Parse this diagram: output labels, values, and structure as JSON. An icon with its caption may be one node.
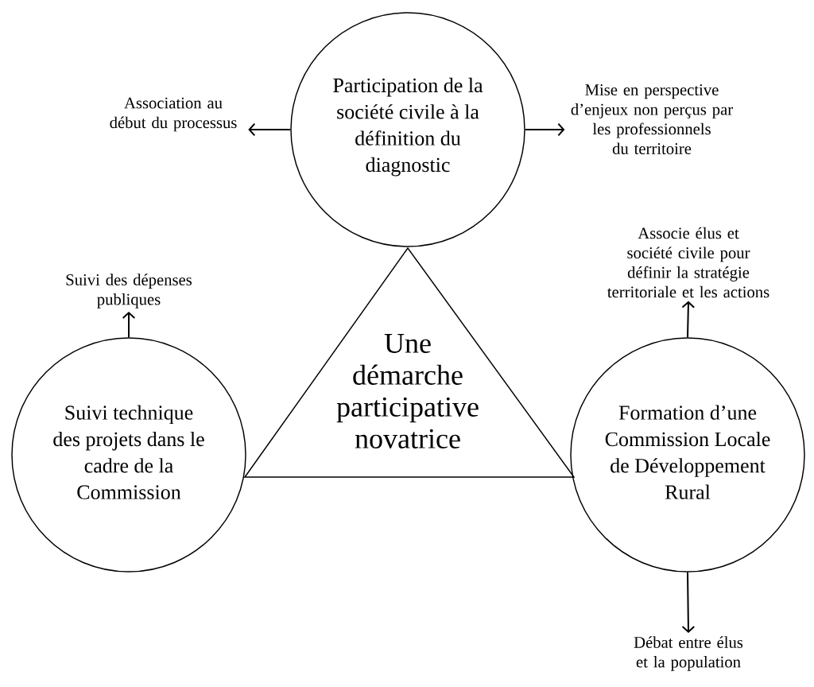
{
  "diagram": {
    "nodes": [
      {
        "text": [
          "Association au début du processus"
        ]
      },
      {
        "text": [
          "Participation de la société civile à la définition du diagnostic"
        ]
      },
      {
        "text": [
          "Mise en perspective d’enjeux non perçus par les professionnels du territoire"
        ]
      },
      {
        "text": [
          "Associe élus et société civile pour définir la stratégie territoriale et les actions"
        ]
      },
      {
        "text": [
          "Suivi des dépenses publiques"
        ]
      },
      {
        "text": [
          "Une démarche participative novatrice"
        ]
      },
      {
        "text": [
          "Suivi technique des projets dans le cadre de la Commission"
        ]
      },
      {
        "text": [
          "Formation d’une Commission Locale de Développement Rural"
        ]
      },
      {
        "text": [
          "Débat entre élus et la population"
        ]
      }
    ],
    "edges": [
      {
        "from": 1,
        "to": 0,
        "arrow": "to"
      },
      {
        "from": 1,
        "to": 2,
        "arrow": "to"
      },
      {
        "from": 6,
        "to": 4,
        "arrow": "to"
      },
      {
        "from": 7,
        "to": 3,
        "arrow": "to"
      },
      {
        "from": 7,
        "to": 8,
        "arrow": "to"
      }
    ]
  }
}
